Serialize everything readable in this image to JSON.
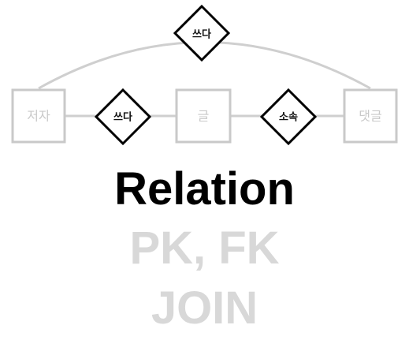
{
  "diagram": {
    "entities": [
      {
        "label": "저자"
      },
      {
        "label": "글"
      },
      {
        "label": "댓글"
      }
    ],
    "relations": [
      {
        "label": "쓰다"
      },
      {
        "label": "소속"
      },
      {
        "label": "쓰다"
      }
    ],
    "colors": {
      "entity_border": "#c9c9c9",
      "entity_text": "#c9c9c9",
      "connector": "#cfcfcf",
      "relation_border": "#000000",
      "relation_text": "#111111"
    }
  },
  "headlines": {
    "main": "Relation",
    "sub1": "PK, FK",
    "sub2": "JOIN"
  }
}
